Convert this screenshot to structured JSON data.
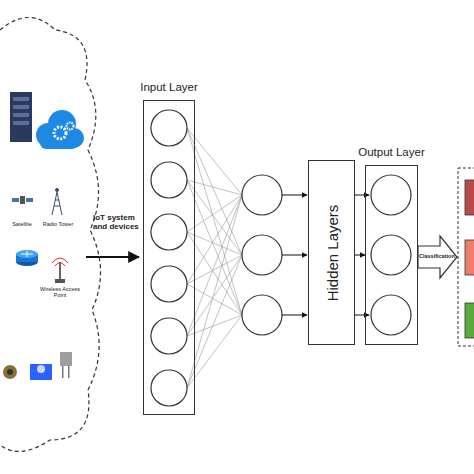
{
  "diagram": {
    "nodes": [
      {
        "text": [
          "Input Layer"
        ]
      },
      {
        "text": [
          "Hidden Layers"
        ]
      },
      {
        "text": [
          "Output Layer"
        ]
      }
    ],
    "edges": [
      {
        "from": 1,
        "to": 2,
        "arrow": "to"
      }
    ],
    "labels": [
      "Satellite",
      "Radio Tower",
      "Wireless Access Point",
      "IoT system and devices",
      "Classification"
    ]
  }
}
